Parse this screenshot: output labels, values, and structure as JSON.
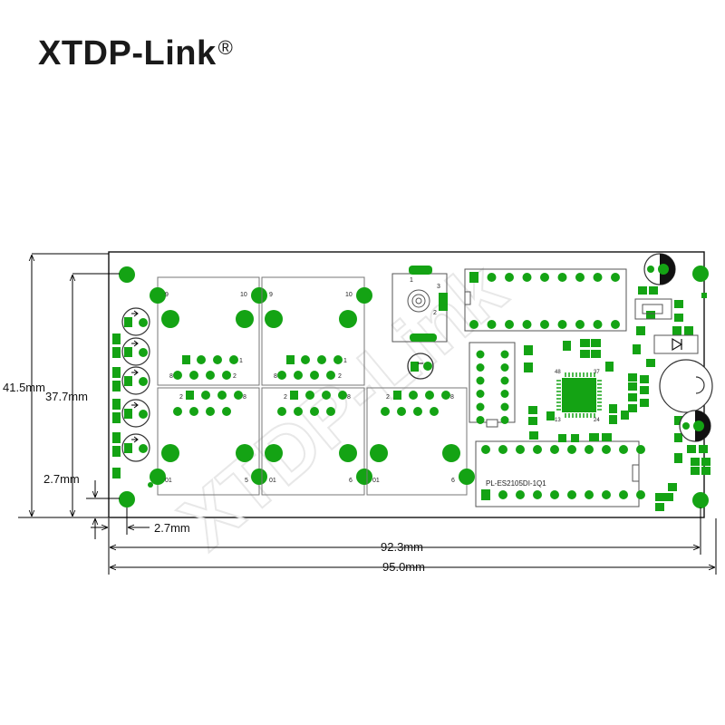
{
  "brand": {
    "name": "XTDP-Link",
    "registered": "®"
  },
  "watermark": "XTDP-Link",
  "dimensions": {
    "board_height": "41.5mm",
    "inner_height": "37.7mm",
    "hole_offset_v": "2.7mm",
    "hole_offset_h": "2.7mm",
    "inner_width": "92.3mm",
    "board_width": "95.0mm"
  },
  "rj45_ports": {
    "top_pin_labels": [
      [
        "9",
        "10"
      ],
      [
        "9",
        "10"
      ]
    ],
    "top_row_labels": [
      [
        "8",
        "2"
      ],
      [
        "8",
        "2"
      ]
    ],
    "bottom_row_labels": [
      [
        "2",
        "8"
      ],
      [
        "2",
        "8"
      ],
      [
        "2",
        "8"
      ]
    ],
    "bottom_pin_labels": [
      [
        "01",
        "5"
      ],
      [
        "01",
        "6"
      ],
      [
        "01",
        "6"
      ]
    ]
  },
  "chip_labels": {
    "qfn_pins": [
      "48",
      "37",
      "13",
      "24"
    ],
    "ic_marking": "PL-ES2105DI-1Q1",
    "dc_jack_pins": [
      "1",
      "3",
      "2"
    ]
  },
  "colors": {
    "pad": "#14a314",
    "outline": "#333333",
    "dim_line": "#000000"
  }
}
